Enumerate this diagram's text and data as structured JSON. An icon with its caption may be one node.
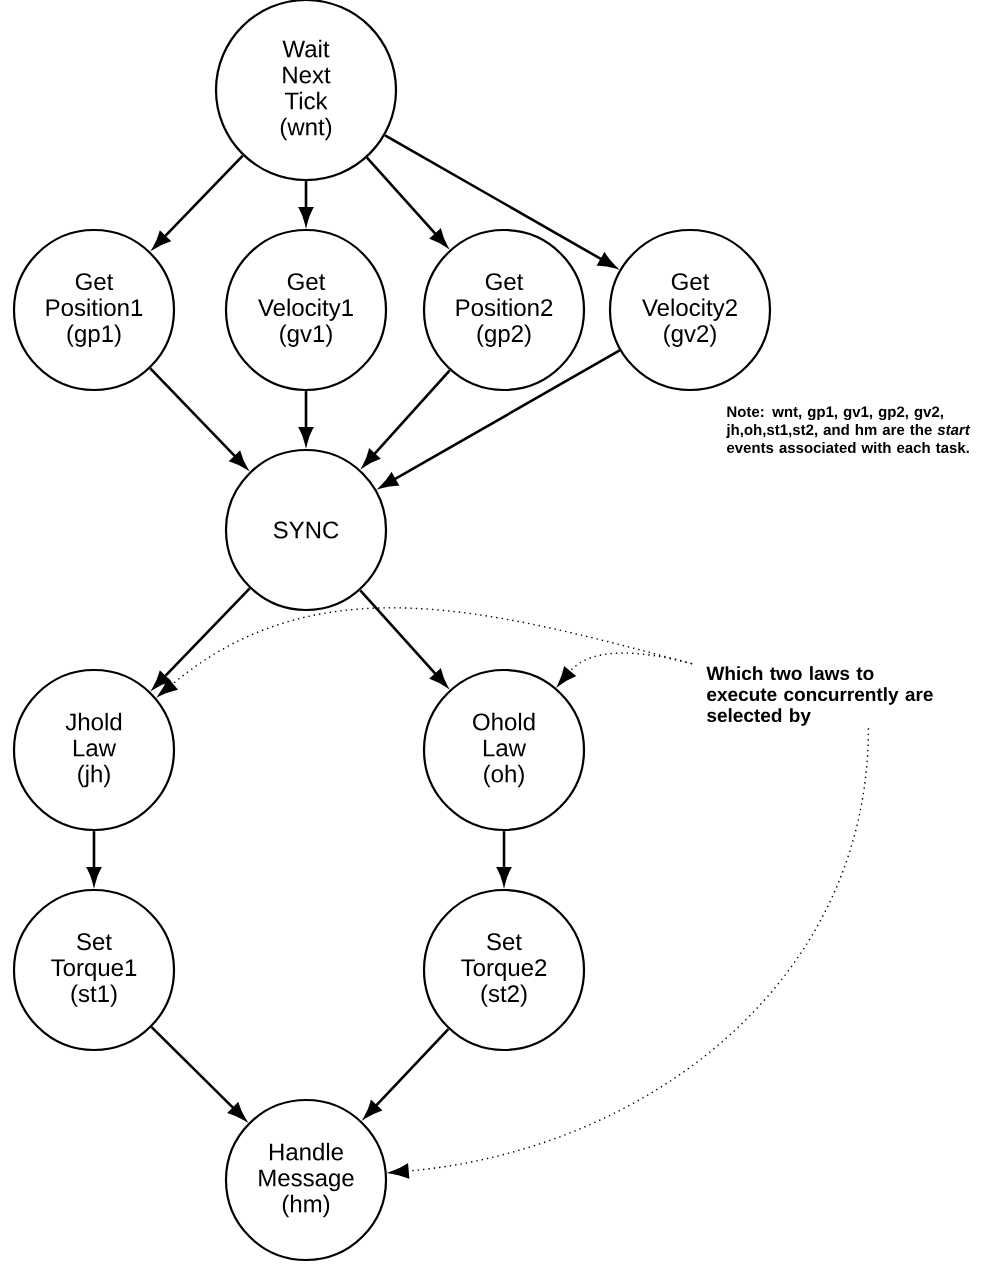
{
  "diagram": {
    "nodes": [
      {
        "text": [
          "Wait Next Tick (wnt)"
        ]
      },
      {
        "text": [
          "Get Position1 (gp1)"
        ]
      },
      {
        "text": [
          "Get Velocity1 (gv1)"
        ]
      },
      {
        "text": [
          "Get Position2 (gp2)"
        ]
      },
      {
        "text": [
          "Get Velocity2 (gv2)"
        ]
      },
      {
        "text": [
          "SYNC"
        ]
      },
      {
        "text": [
          "Jhold Law (jh)"
        ]
      },
      {
        "text": [
          "Ohold Law (oh)"
        ]
      },
      {
        "text": [
          "Set Torque1 (st1)"
        ]
      },
      {
        "text": [
          "Set Torque2 (st2)"
        ]
      },
      {
        "text": [
          "Handle Message (hm)"
        ]
      },
      {
        "text": [
          "Which two laws to execute concurrently are selected by"
        ]
      }
    ],
    "edges": [
      {
        "from": 0,
        "to": 1,
        "arrow": "to"
      },
      {
        "from": 0,
        "to": 2,
        "arrow": "to"
      },
      {
        "from": 0,
        "to": 3,
        "arrow": "to"
      },
      {
        "from": 0,
        "to": 4,
        "arrow": "to"
      },
      {
        "from": 1,
        "to": 5,
        "arrow": "to"
      },
      {
        "from": 2,
        "to": 5,
        "arrow": "to"
      },
      {
        "from": 3,
        "to": 5,
        "arrow": "to"
      },
      {
        "from": 4,
        "to": 5,
        "arrow": "to"
      },
      {
        "from": 5,
        "to": 6,
        "arrow": "to"
      },
      {
        "from": 5,
        "to": 7,
        "arrow": "to"
      },
      {
        "from": 6,
        "to": 8,
        "arrow": "to"
      },
      {
        "from": 7,
        "to": 9,
        "arrow": "to"
      },
      {
        "from": 8,
        "to": 10,
        "arrow": "to"
      },
      {
        "from": 9,
        "to": 10,
        "arrow": "to"
      },
      {
        "from": 11,
        "to": 6,
        "arrow": "to",
        "style": "dashed"
      },
      {
        "from": 11,
        "to": 7,
        "arrow": "to",
        "style": "dashed"
      },
      {
        "from": 11,
        "to": 10,
        "arrow": "to",
        "style": "dashed"
      }
    ],
    "labels": [
      "Note: wnt, gp1, gv1, gp2, gv2, jh,oh,st1,st2, and hm are the *start* events associated with each task."
    ]
  }
}
